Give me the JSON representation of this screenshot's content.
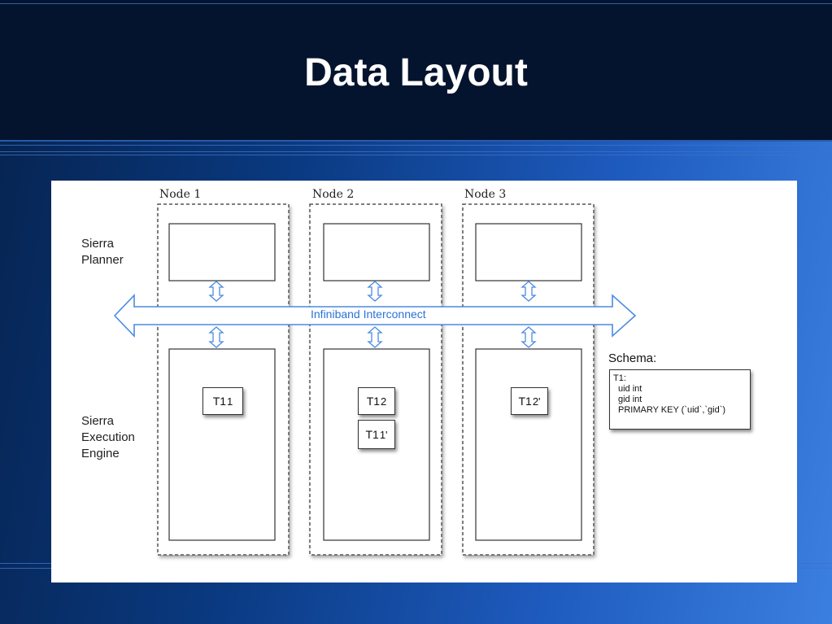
{
  "slide": {
    "title": "Data Layout"
  },
  "diagram": {
    "nodes": [
      {
        "label": "Node 1"
      },
      {
        "label": "Node 2"
      },
      {
        "label": "Node 3"
      }
    ],
    "planner_label": "Sierra\nPlanner",
    "engine_label": "Sierra\nExecution\nEngine",
    "interconnect_label": "Infiniband Interconnect",
    "partitions": [
      {
        "base": "T1",
        "sub": "1"
      },
      {
        "base": "T1",
        "sub": "2"
      },
      {
        "base": "T1",
        "sub": "1'"
      },
      {
        "base": "T1",
        "sub": "2'"
      }
    ],
    "schema": {
      "title": "Schema:",
      "lines": [
        "T1:",
        "uid int",
        "gid int",
        "PRIMARY KEY (`uid`,`gid`)"
      ]
    }
  },
  "colors": {
    "background_dark": "#04142e",
    "accent_blue": "#2a72d8",
    "panel": "#ffffff"
  }
}
